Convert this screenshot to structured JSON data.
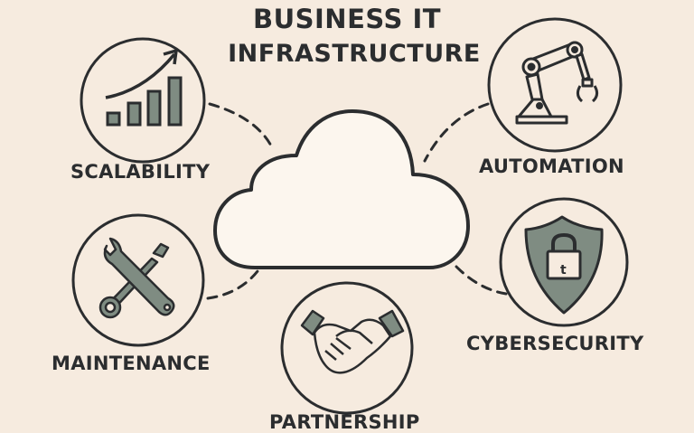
{
  "title": {
    "line1": "BUSINESS IT",
    "line2": "INFRASTRUCTURE"
  },
  "center": {
    "icon": "cloud-icon"
  },
  "nodes": [
    {
      "id": "scalability",
      "label": "SCALABILITY",
      "icon": "bar-chart-growth-icon"
    },
    {
      "id": "automation",
      "label": "AUTOMATION",
      "icon": "robotic-arm-icon"
    },
    {
      "id": "maintenance",
      "label": "MAINTENANCE",
      "icon": "wrench-screwdriver-icon"
    },
    {
      "id": "partnership",
      "label": "PARTNERSHIP",
      "icon": "handshake-icon"
    },
    {
      "id": "cybersecurity",
      "label": "CYBERSECURITY",
      "icon": "shield-lock-icon"
    }
  ],
  "colors": {
    "background": "#f6ebdf",
    "stroke": "#2b2d2f",
    "fill_accent": "#7f8c82",
    "cloud_fill": "#fcf6ee"
  }
}
